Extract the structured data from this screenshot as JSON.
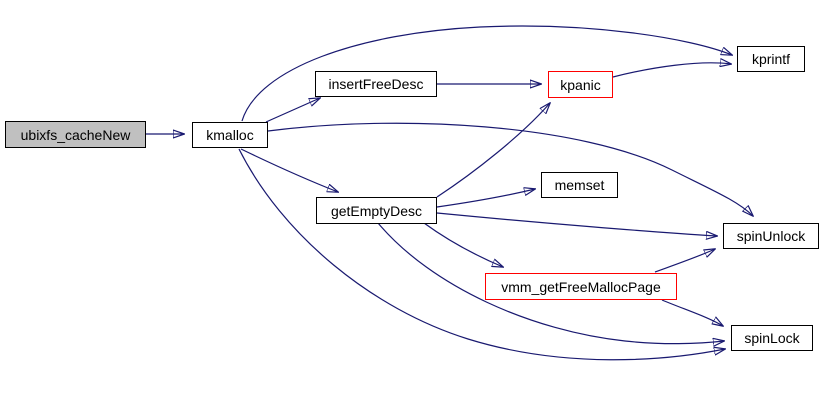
{
  "diagram": {
    "type": "doxygen-call-graph",
    "colors": {
      "background": "#ffffff",
      "edge": "#191970",
      "node_border": "#000000",
      "node_fill": "#ffffff",
      "root_node_fill": "#c0c0c0",
      "highlight_border": "#ff0000",
      "text": "#000000"
    },
    "nodes": [
      {
        "label": "ubixfs_cacheNew",
        "role": "root"
      },
      {
        "label": "kmalloc",
        "role": "function"
      },
      {
        "label": "insertFreeDesc",
        "role": "function"
      },
      {
        "label": "kpanic",
        "role": "function-highlighted"
      },
      {
        "label": "kprintf",
        "role": "function"
      },
      {
        "label": "getEmptyDesc",
        "role": "function"
      },
      {
        "label": "memset",
        "role": "function"
      },
      {
        "label": "spinUnlock",
        "role": "function"
      },
      {
        "label": "vmm_getFreeMallocPage",
        "role": "function-highlighted"
      },
      {
        "label": "spinLock",
        "role": "function"
      }
    ],
    "edges": [
      {
        "from": "ubixfs_cacheNew",
        "to": "kmalloc"
      },
      {
        "from": "kmalloc",
        "to": "insertFreeDesc"
      },
      {
        "from": "kmalloc",
        "to": "kprintf"
      },
      {
        "from": "kmalloc",
        "to": "getEmptyDesc"
      },
      {
        "from": "kmalloc",
        "to": "spinUnlock"
      },
      {
        "from": "kmalloc",
        "to": "spinLock"
      },
      {
        "from": "insertFreeDesc",
        "to": "kpanic"
      },
      {
        "from": "getEmptyDesc",
        "to": "kpanic"
      },
      {
        "from": "kpanic",
        "to": "kprintf"
      },
      {
        "from": "getEmptyDesc",
        "to": "memset"
      },
      {
        "from": "getEmptyDesc",
        "to": "spinUnlock"
      },
      {
        "from": "getEmptyDesc",
        "to": "vmm_getFreeMallocPage"
      },
      {
        "from": "getEmptyDesc",
        "to": "spinLock"
      },
      {
        "from": "vmm_getFreeMallocPage",
        "to": "spinUnlock"
      },
      {
        "from": "vmm_getFreeMallocPage",
        "to": "spinLock"
      }
    ]
  }
}
